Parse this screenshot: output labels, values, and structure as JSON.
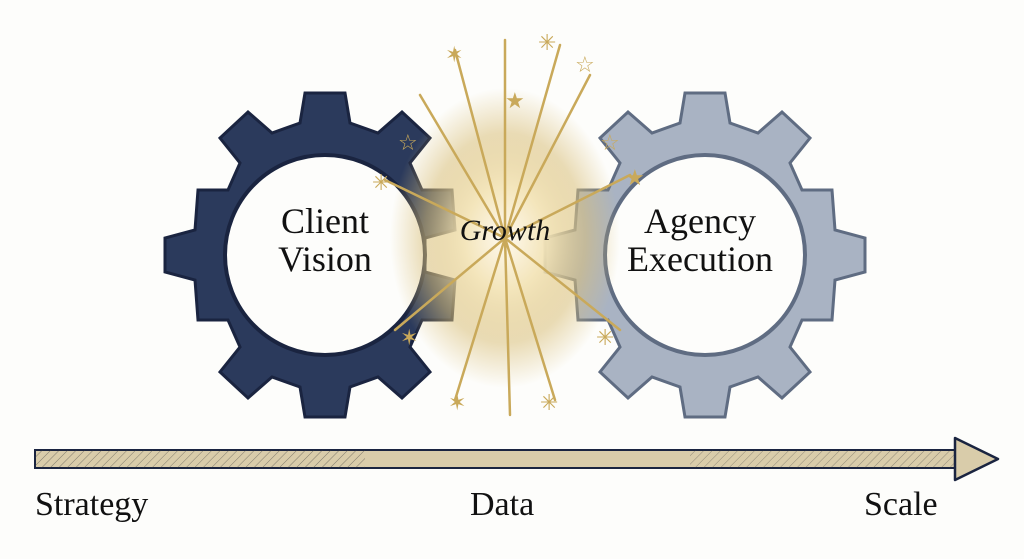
{
  "diagram": {
    "gears": [
      {
        "id": "client",
        "label_line1": "Client",
        "label_line2": "Vision",
        "color": "#2b3a5c"
      },
      {
        "id": "agency",
        "label_line1": "Agency",
        "label_line2": "Execution",
        "color": "#a9b3c3"
      }
    ],
    "center_label": "Growth",
    "burst_color": "#c9a95a",
    "timeline": {
      "arrow_color": "#d9ccaa",
      "labels": [
        "Strategy",
        "Data",
        "Scale"
      ]
    }
  }
}
